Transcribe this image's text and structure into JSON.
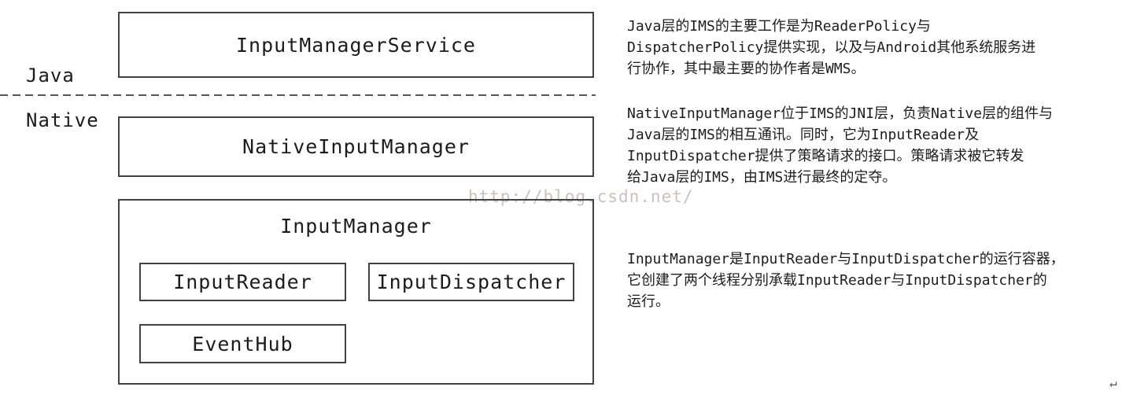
{
  "diagram": {
    "layer_labels": {
      "java": "Java",
      "native": "Native"
    },
    "boxes": {
      "input_manager_service": "InputManagerService",
      "native_input_manager": "NativeInputManager",
      "input_manager": "InputManager",
      "input_reader": "InputReader",
      "input_dispatcher": "InputDispatcher",
      "event_hub": "EventHub"
    },
    "watermark": "http://blog.csdn.net/"
  },
  "annotations": {
    "ims_java": {
      "lines": [
        "Java层的IMS的主要工作是为ReaderPolicy与",
        "DispatcherPolicy提供实现，以及与Android其他系统服务进",
        "行协作，其中最主要的协作者是WMS。"
      ]
    },
    "native_input_manager": {
      "lines": [
        "NativeInputManager位于IMS的JNI层，负责Native层的组件与",
        "Java层的IMS的相互通讯。同时，它为InputReader及",
        "InputDispatcher提供了策略请求的接口。策略请求被它转发",
        "给Java层的IMS，由IMS进行最终的定夺。"
      ]
    },
    "input_manager": {
      "lines": [
        "InputManager是InputReader与InputDispatcher的运行容器，",
        "它创建了两个线程分别承载InputReader与InputDispatcher的",
        "运行。"
      ]
    }
  },
  "misc": {
    "return_mark": "↵"
  },
  "colors": {
    "border": "#424242",
    "text": "#1c1c1c",
    "watermark": "#ccbfbf"
  }
}
